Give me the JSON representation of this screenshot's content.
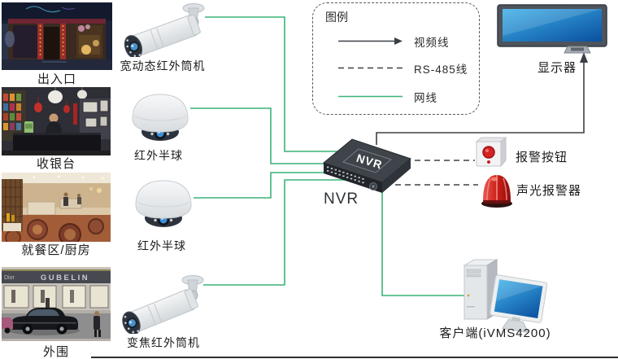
{
  "colors": {
    "net_cable_green": "#3ab377",
    "video_rs485_dark": "#3c4045",
    "screen_blue": "#1467b4",
    "alarm_red": "#d62222"
  },
  "scenes": [
    {
      "label": "出入口"
    },
    {
      "label": "收银台"
    },
    {
      "label": "就餐区/厨房"
    },
    {
      "label": "外围",
      "sign": "GUBELIN",
      "sign2": "Dior"
    }
  ],
  "cameras": [
    {
      "type": "bullet",
      "label": "宽动态红外筒机"
    },
    {
      "type": "dome",
      "label": "红外半球"
    },
    {
      "type": "dome",
      "label": "红外半球"
    },
    {
      "type": "bullet",
      "label": "变焦红外筒机"
    }
  ],
  "nvr": {
    "device_text": "NVR",
    "label": "NVR"
  },
  "legend": {
    "title": "图例",
    "items": [
      {
        "style": "solid-arrow-dark",
        "label": "视频线"
      },
      {
        "style": "dashed-dark",
        "label": "RS-485线"
      },
      {
        "style": "solid-green",
        "label": "网线"
      }
    ]
  },
  "devices": {
    "monitor": {
      "label": "显示器"
    },
    "alarm_button": {
      "label": "报警按钮"
    },
    "siren": {
      "label": "声光报警器"
    },
    "client": {
      "label": "客户端(iVMS4200)"
    }
  }
}
